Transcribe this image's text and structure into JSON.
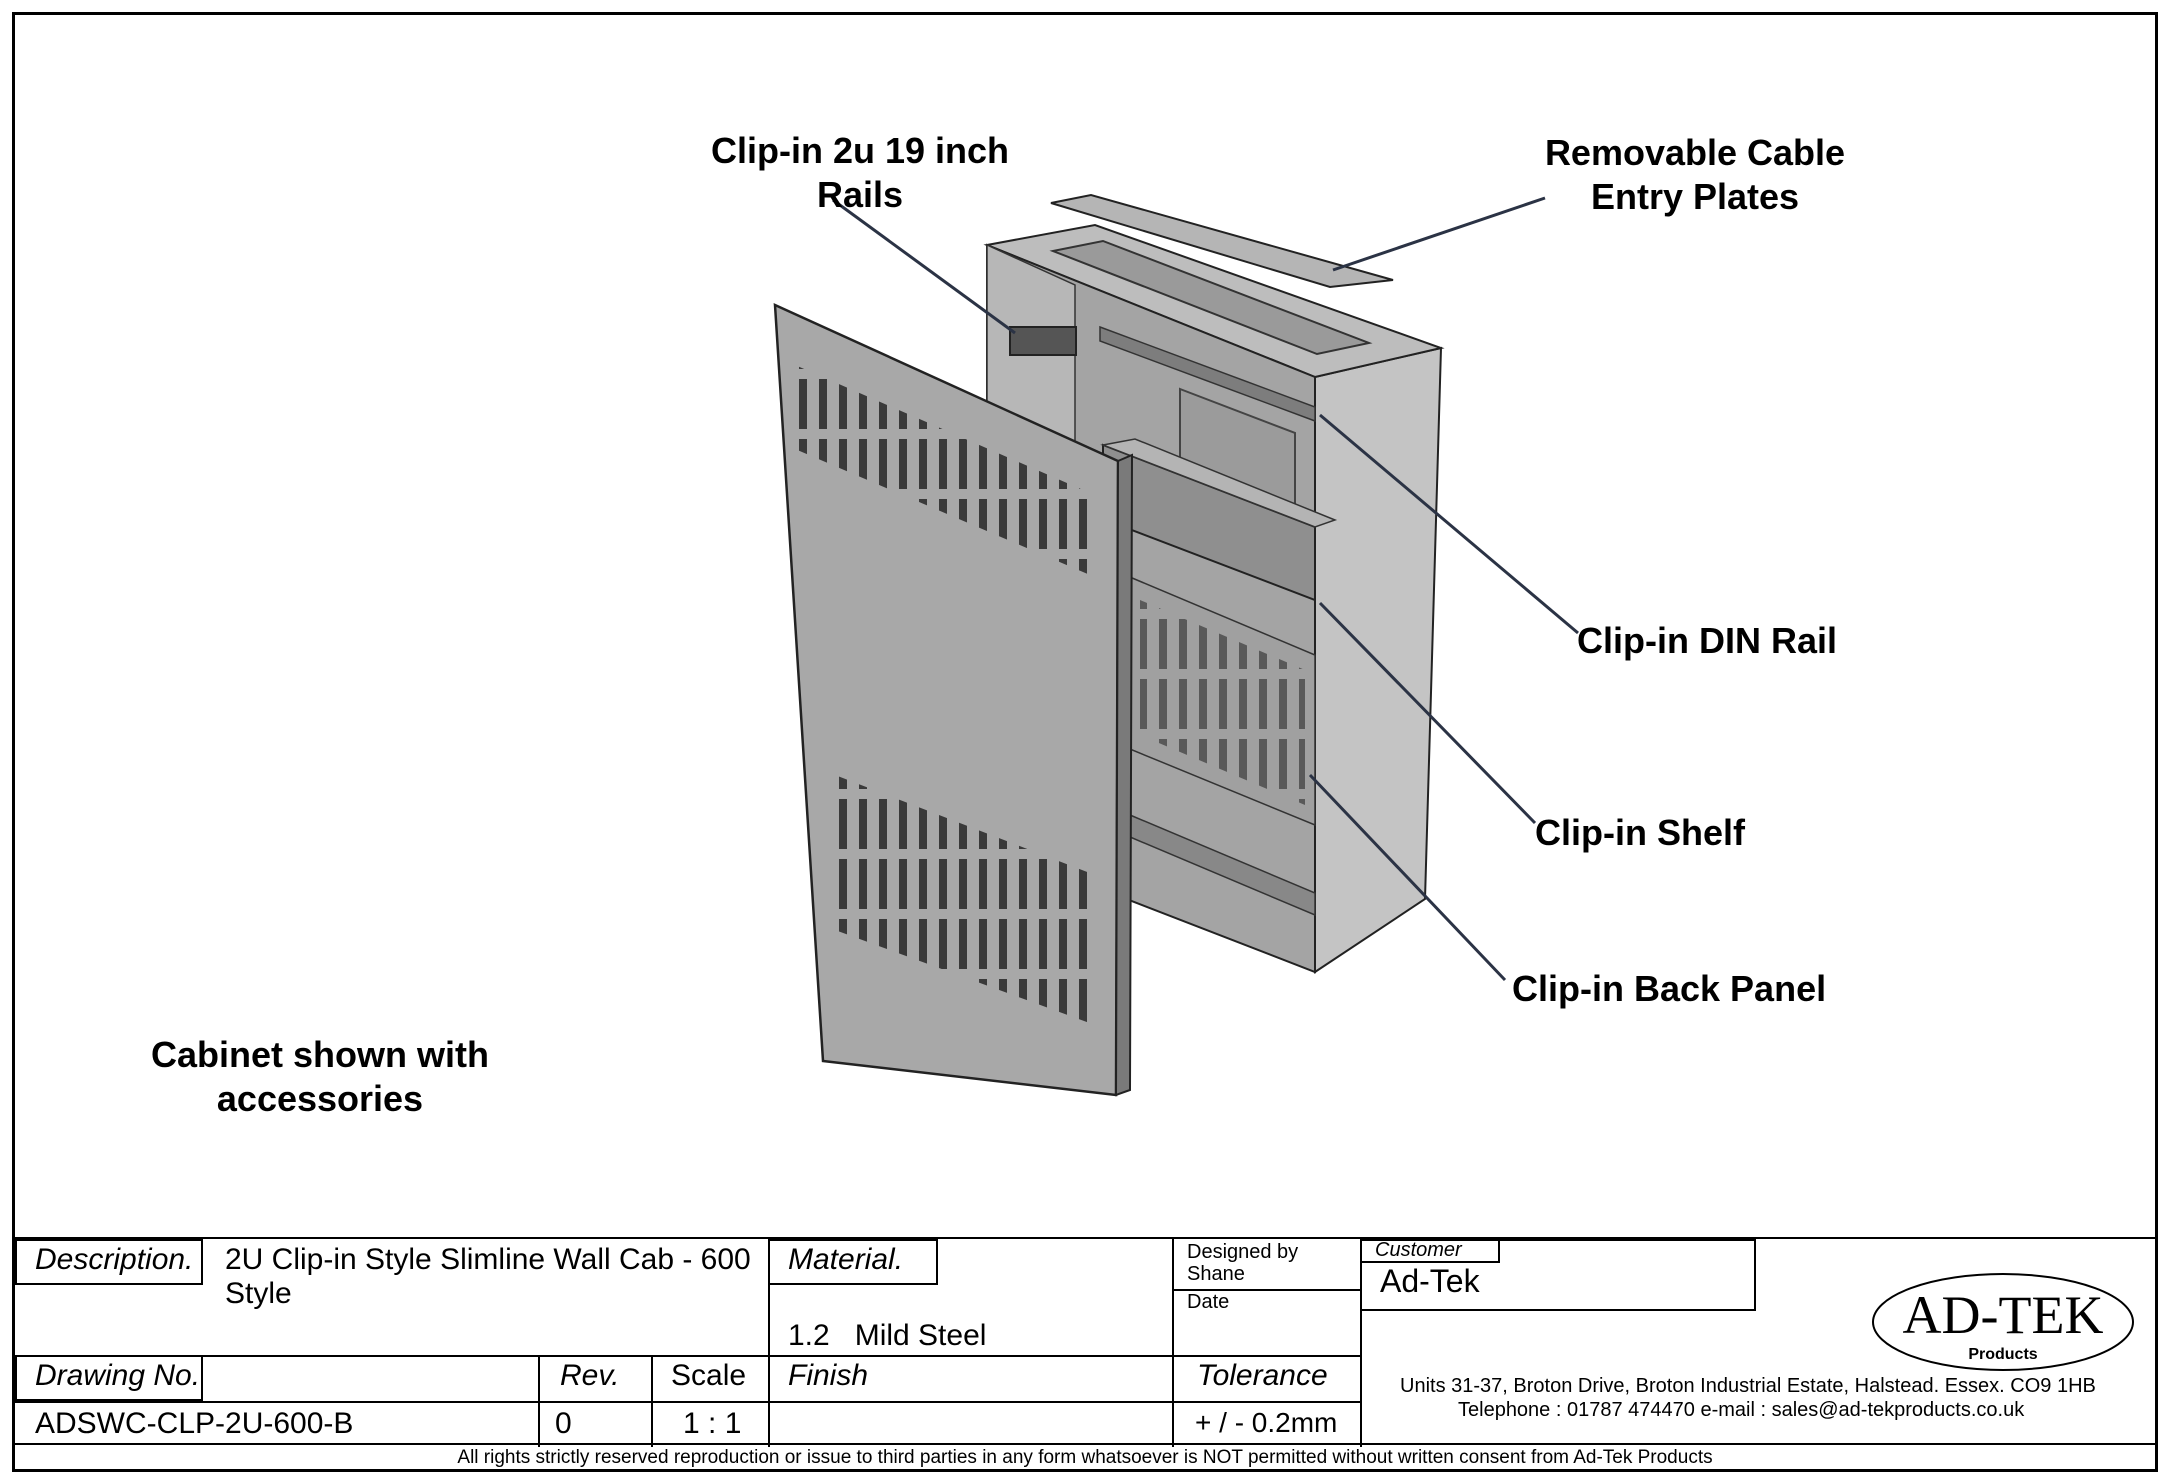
{
  "callouts": {
    "rails_line1": "Clip-in 2u 19 inch",
    "rails_line2": "Rails",
    "cable_line1": "Removable Cable",
    "cable_line2": "Entry Plates",
    "din_rail": "Clip-in DIN Rail",
    "shelf": "Clip-in Shelf",
    "back_panel": "Clip-in Back Panel",
    "note_line1": "Cabinet shown with",
    "note_line2": "accessories"
  },
  "title_block": {
    "description_label": "Description.",
    "description_line1": "2U Clip-in Style Slimline Wall Cab - 600",
    "description_line2": "Style",
    "material_label": "Material.",
    "material_value": "1.2   Mild Steel",
    "designed_by_label": "Designed by",
    "designed_by_value": "Shane",
    "date_label": "Date",
    "customer_label": "Customer",
    "customer_value": "Ad-Tek",
    "drawing_no_label": "Drawing No.",
    "drawing_no_value": "ADSWC-CLP-2U-600-B",
    "rev_label": "Rev.",
    "rev_value": "0",
    "scale_label": "Scale",
    "scale_value": "1 : 1",
    "finish_label": "Finish",
    "tolerance_label": "Tolerance",
    "tolerance_value": "+ / - 0.2mm",
    "address": "Units 31-37, Broton Drive, Broton Industrial Estate, Halstead. Essex. CO9 1HB",
    "contact": "Telephone : 01787 474470  e-mail : sales@ad-tekproducts.co.uk",
    "logo_text": "AD-TEK",
    "logo_sub": "Products"
  },
  "footer": "All rights strictly reserved reproduction or issue to third parties in any form whatsoever is NOT permitted without written consent from Ad-Tek Products",
  "colors": {
    "cabinet_light": "#c9c9c9",
    "cabinet_mid": "#a6a6a6",
    "cabinet_dark": "#8c8c8c",
    "leader": "#2b3345"
  }
}
